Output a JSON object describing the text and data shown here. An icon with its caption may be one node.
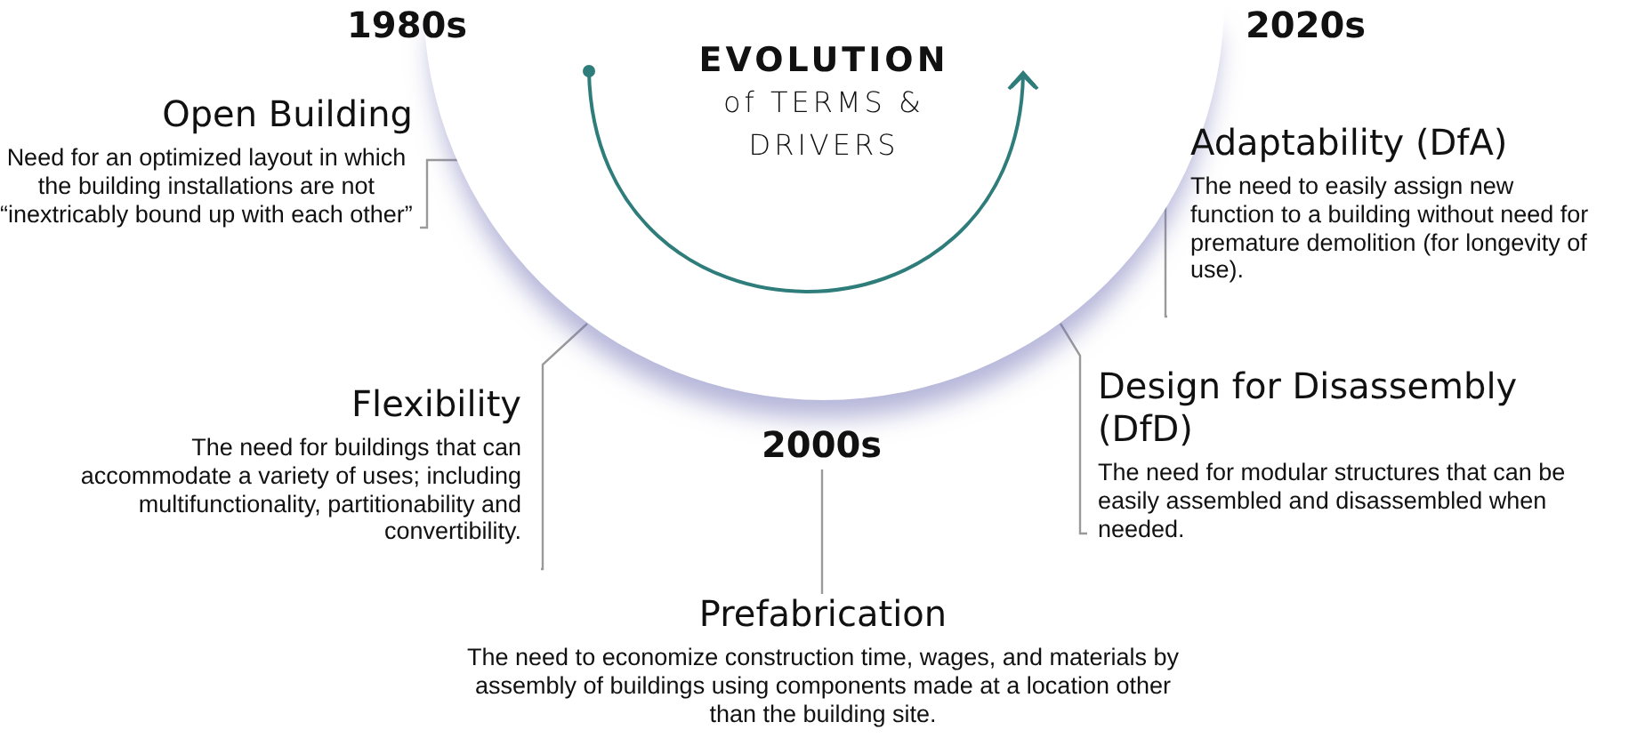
{
  "diagram": {
    "nodes": [
      {
        "text": [
          "EVOLUTION of TERMS & DRIVERS"
        ]
      },
      {
        "text": [
          "Open Building",
          "Need for an optimized layout in which the building installations are not “inextricably bound up with each other”"
        ]
      },
      {
        "text": [
          "Flexibility",
          "The need for buildings that can accommodate a variety of uses; including multifunctionality, partitionability and convertibility."
        ]
      },
      {
        "text": [
          "2000s"
        ]
      },
      {
        "text": [
          "Prefabrication",
          "The need to economize construction time, wages, and materials by assembly of buildings using components made at a location other than the building site."
        ]
      },
      {
        "text": [
          "Adaptability (DfA)",
          "The need to easily assign new function to a building without need for premature demolition (for longevity of use)."
        ]
      },
      {
        "text": [
          "Design for Disassembly (DfD)",
          "The need for modular structures that can be easily assembled and disassembled when needed."
        ]
      }
    ],
    "edges": [
      {
        "from": 1,
        "to": 0,
        "arrow": "none"
      },
      {
        "from": 2,
        "to": 0,
        "arrow": "none"
      },
      {
        "from": 4,
        "to": 3,
        "arrow": "none"
      },
      {
        "from": 5,
        "to": 0,
        "arrow": "none"
      },
      {
        "from": 6,
        "to": 0,
        "arrow": "none"
      }
    ],
    "labels": [
      "1980s",
      "2020s"
    ]
  }
}
